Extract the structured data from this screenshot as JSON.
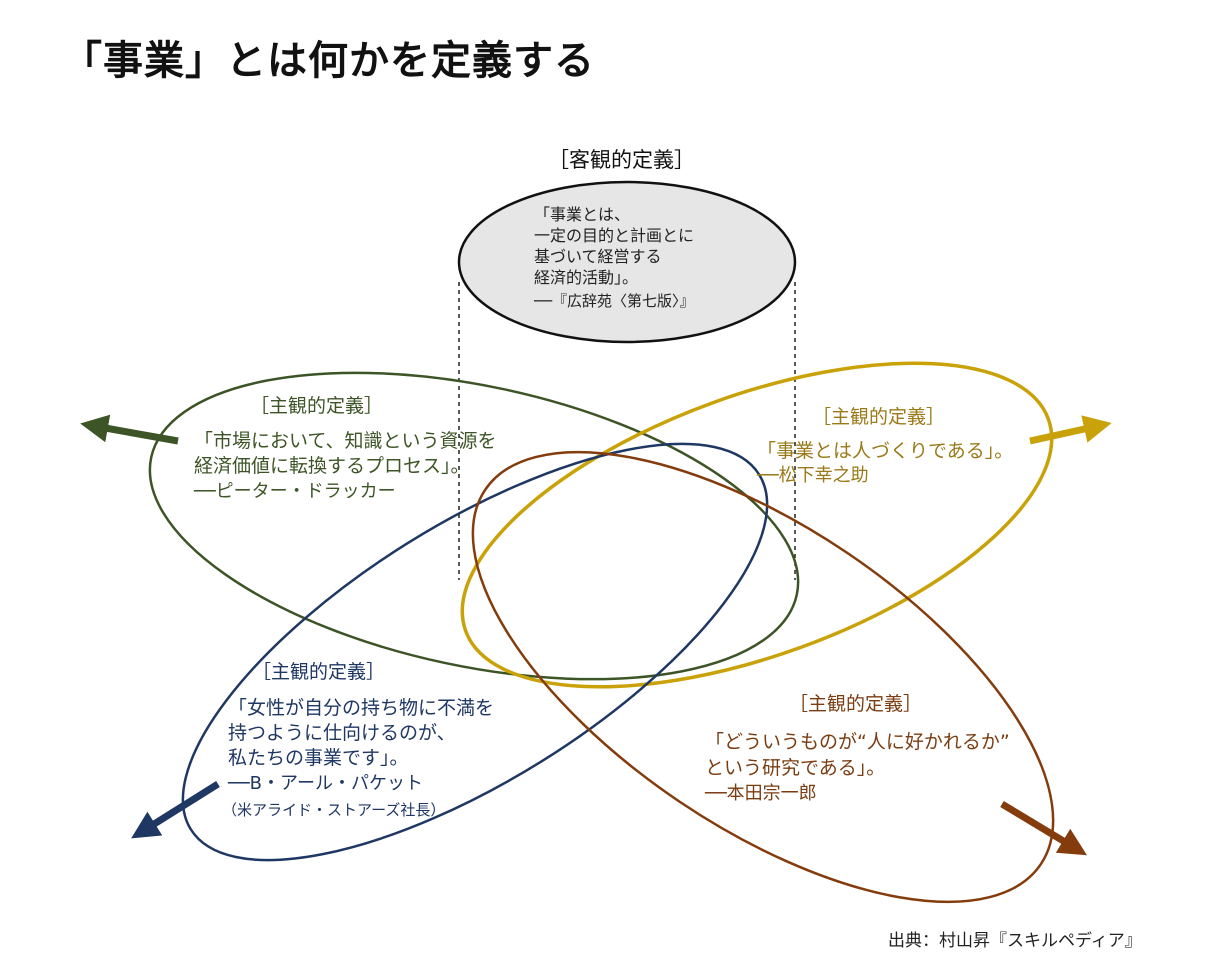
{
  "title": "「事業」とは何かを定義する",
  "objective": {
    "header": "［客観的定義］",
    "lines": [
      "「事業とは、",
      "一定の目的と計画とに",
      "基づいて経営する",
      "経済的活動」。",
      "──『広辞苑〈第七版〉』"
    ]
  },
  "subjective": [
    {
      "header": "［主観的定義］",
      "color": "#3d5426",
      "lines": [
        "「市場において、知識という資源を",
        "経済価値に転換するプロセス」。",
        "──ピーター・ドラッカー"
      ]
    },
    {
      "header": "［主観的定義］",
      "color": "#9a7a18",
      "lines": [
        "「事業とは人づくりである」。",
        "──松下幸之助"
      ]
    },
    {
      "header": "［主観的定義］",
      "color": "#1f3763",
      "lines": [
        "「女性が自分の持ち物に不満を",
        "持つように仕向けるのが、",
        "私たちの事業です」。",
        "──B・アール・パケット",
        "（米アライド・ストアーズ社長）"
      ]
    },
    {
      "header": "［主観的定義］",
      "color": "#7a3d12",
      "lines": [
        "「どういうものが“人に好かれるか”",
        "という研究である」。",
        "──本田宗一郎"
      ]
    }
  ],
  "colors": {
    "green": "#3d5426",
    "gold": "#c9a20a",
    "navy": "#1f3763",
    "brown": "#843c0c",
    "objective_fill": "#e6e6e6"
  },
  "source": "出典：村山昇『スキルペディア』"
}
